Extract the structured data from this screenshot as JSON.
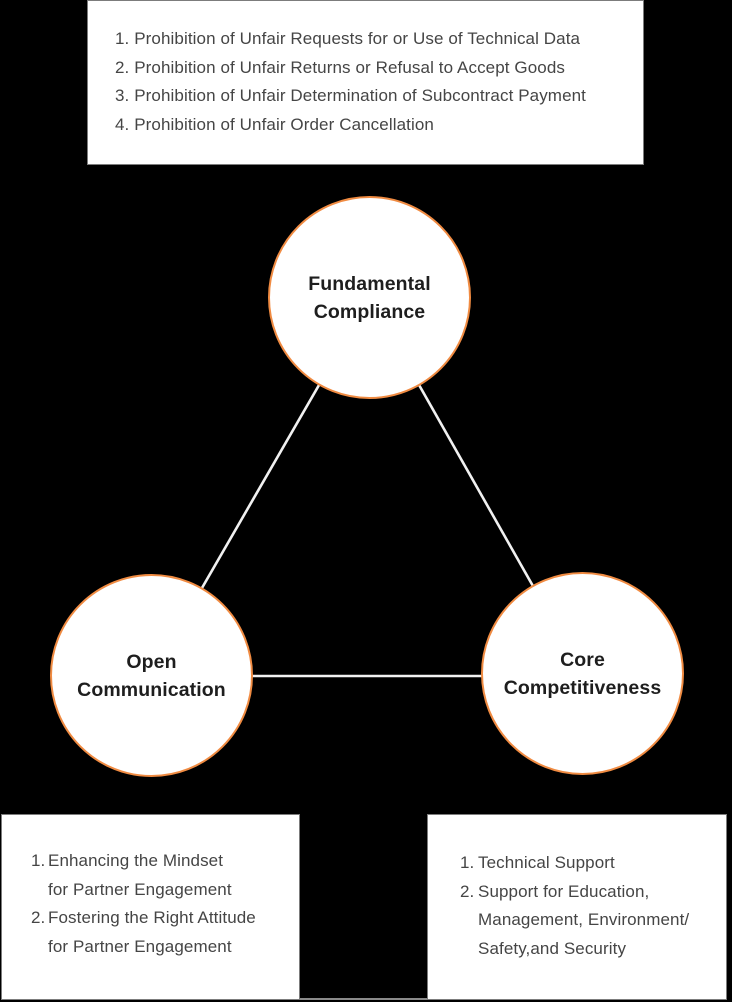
{
  "colors": {
    "background": "#000000",
    "box_background": "#ffffff",
    "box_border": "#7c7c7c",
    "circle_border": "#f08b42",
    "connector_line": "#f1f1f1",
    "body_text": "#454545",
    "circle_label_text": "#1e1e1e"
  },
  "top_box": {
    "items": [
      "1. Prohibition of Unfair Requests for or Use of Technical Data",
      "2. Prohibition of Unfair Returns or Refusal to Accept Goods",
      "3. Prohibition of Unfair Determination of Subcontract Payment",
      "4. Prohibition of Unfair Order Cancellation"
    ]
  },
  "circles": {
    "top": {
      "line1": "Fundamental",
      "line2": "Compliance"
    },
    "left": {
      "line1": "Open",
      "line2": "Communication"
    },
    "right": {
      "line1": "Core",
      "line2": "Competitiveness"
    }
  },
  "bottom_left_box": {
    "items": [
      {
        "num": "1.",
        "line1": "Enhancing the Mindset",
        "line2": "for Partner Engagement"
      },
      {
        "num": "2.",
        "line1": "Fostering the Right Attitude",
        "line2": "for Partner Engagement"
      }
    ]
  },
  "bottom_right_box": {
    "items": [
      {
        "num": "1.",
        "line1": "Technical Support"
      },
      {
        "num": "2.",
        "line1": "Support for Education,",
        "line2": "Management, Environment/",
        "line3": "Safety,and Security"
      }
    ]
  }
}
